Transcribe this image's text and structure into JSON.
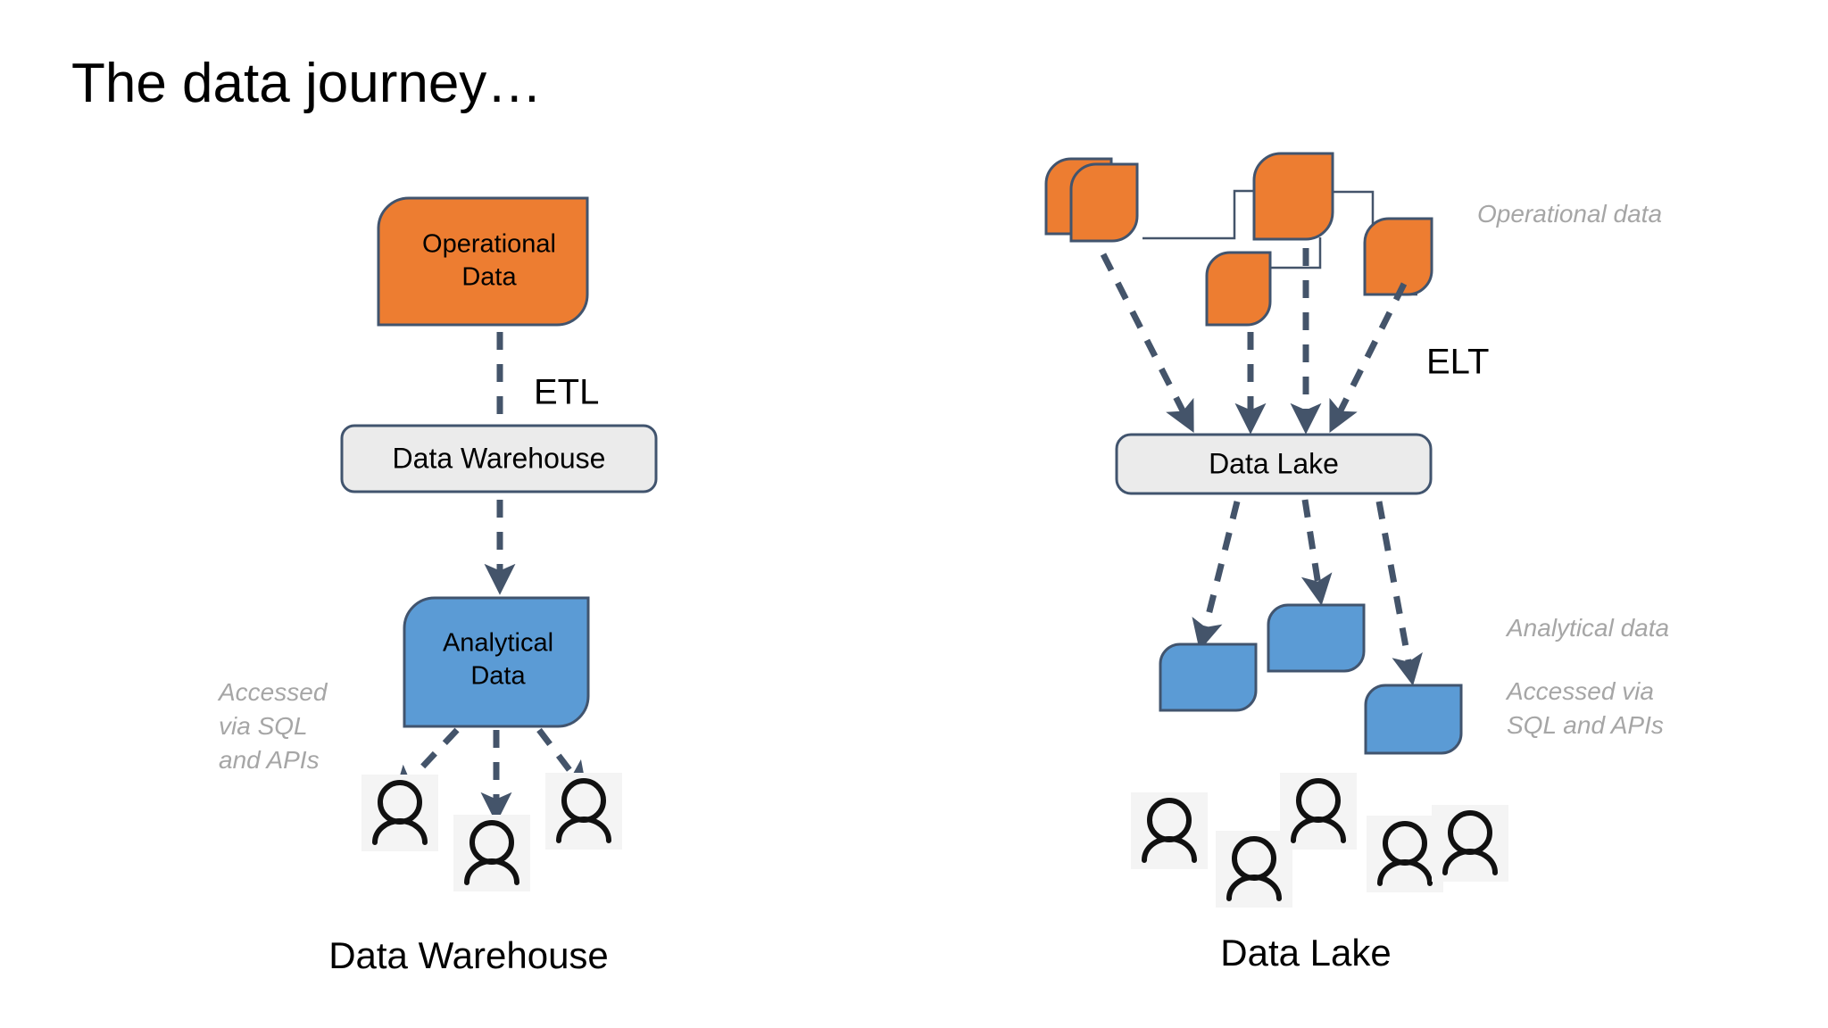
{
  "slide": {
    "title": "The data journey…",
    "background_color": "#ffffff"
  },
  "colors": {
    "orange": "#ED7D31",
    "blue": "#5B9BD5",
    "gray_box": "#EBEBEB",
    "outline": "#41546E",
    "arrow": "#44546A",
    "annotation_text": "#A6A6A6",
    "title_text": "#000000"
  },
  "left_panel": {
    "caption": "Data Warehouse",
    "nodes": {
      "source": {
        "label_line1": "Operational",
        "label_line2": "Data",
        "color_role": "orange"
      },
      "store": {
        "label": "Data Warehouse",
        "color_role": "gray"
      },
      "analytical": {
        "label_line1": "Analytical",
        "label_line2": "Data",
        "color_role": "blue"
      }
    },
    "flow_label": "ETL",
    "annotation": {
      "line1": "Accessed",
      "line2": "via SQL",
      "line3": "and APIs"
    },
    "consumer_count": 3
  },
  "right_panel": {
    "caption": "Data Lake",
    "flow_label": "ELT",
    "store": {
      "label": "Data Lake",
      "color_role": "gray"
    },
    "source_count": 4,
    "analytical_count": 3,
    "consumer_count": 5,
    "annotations": {
      "operational": "Operational data",
      "analytical": "Analytical data",
      "access_line1": "Accessed via",
      "access_line2": "SQL and APIs"
    }
  }
}
